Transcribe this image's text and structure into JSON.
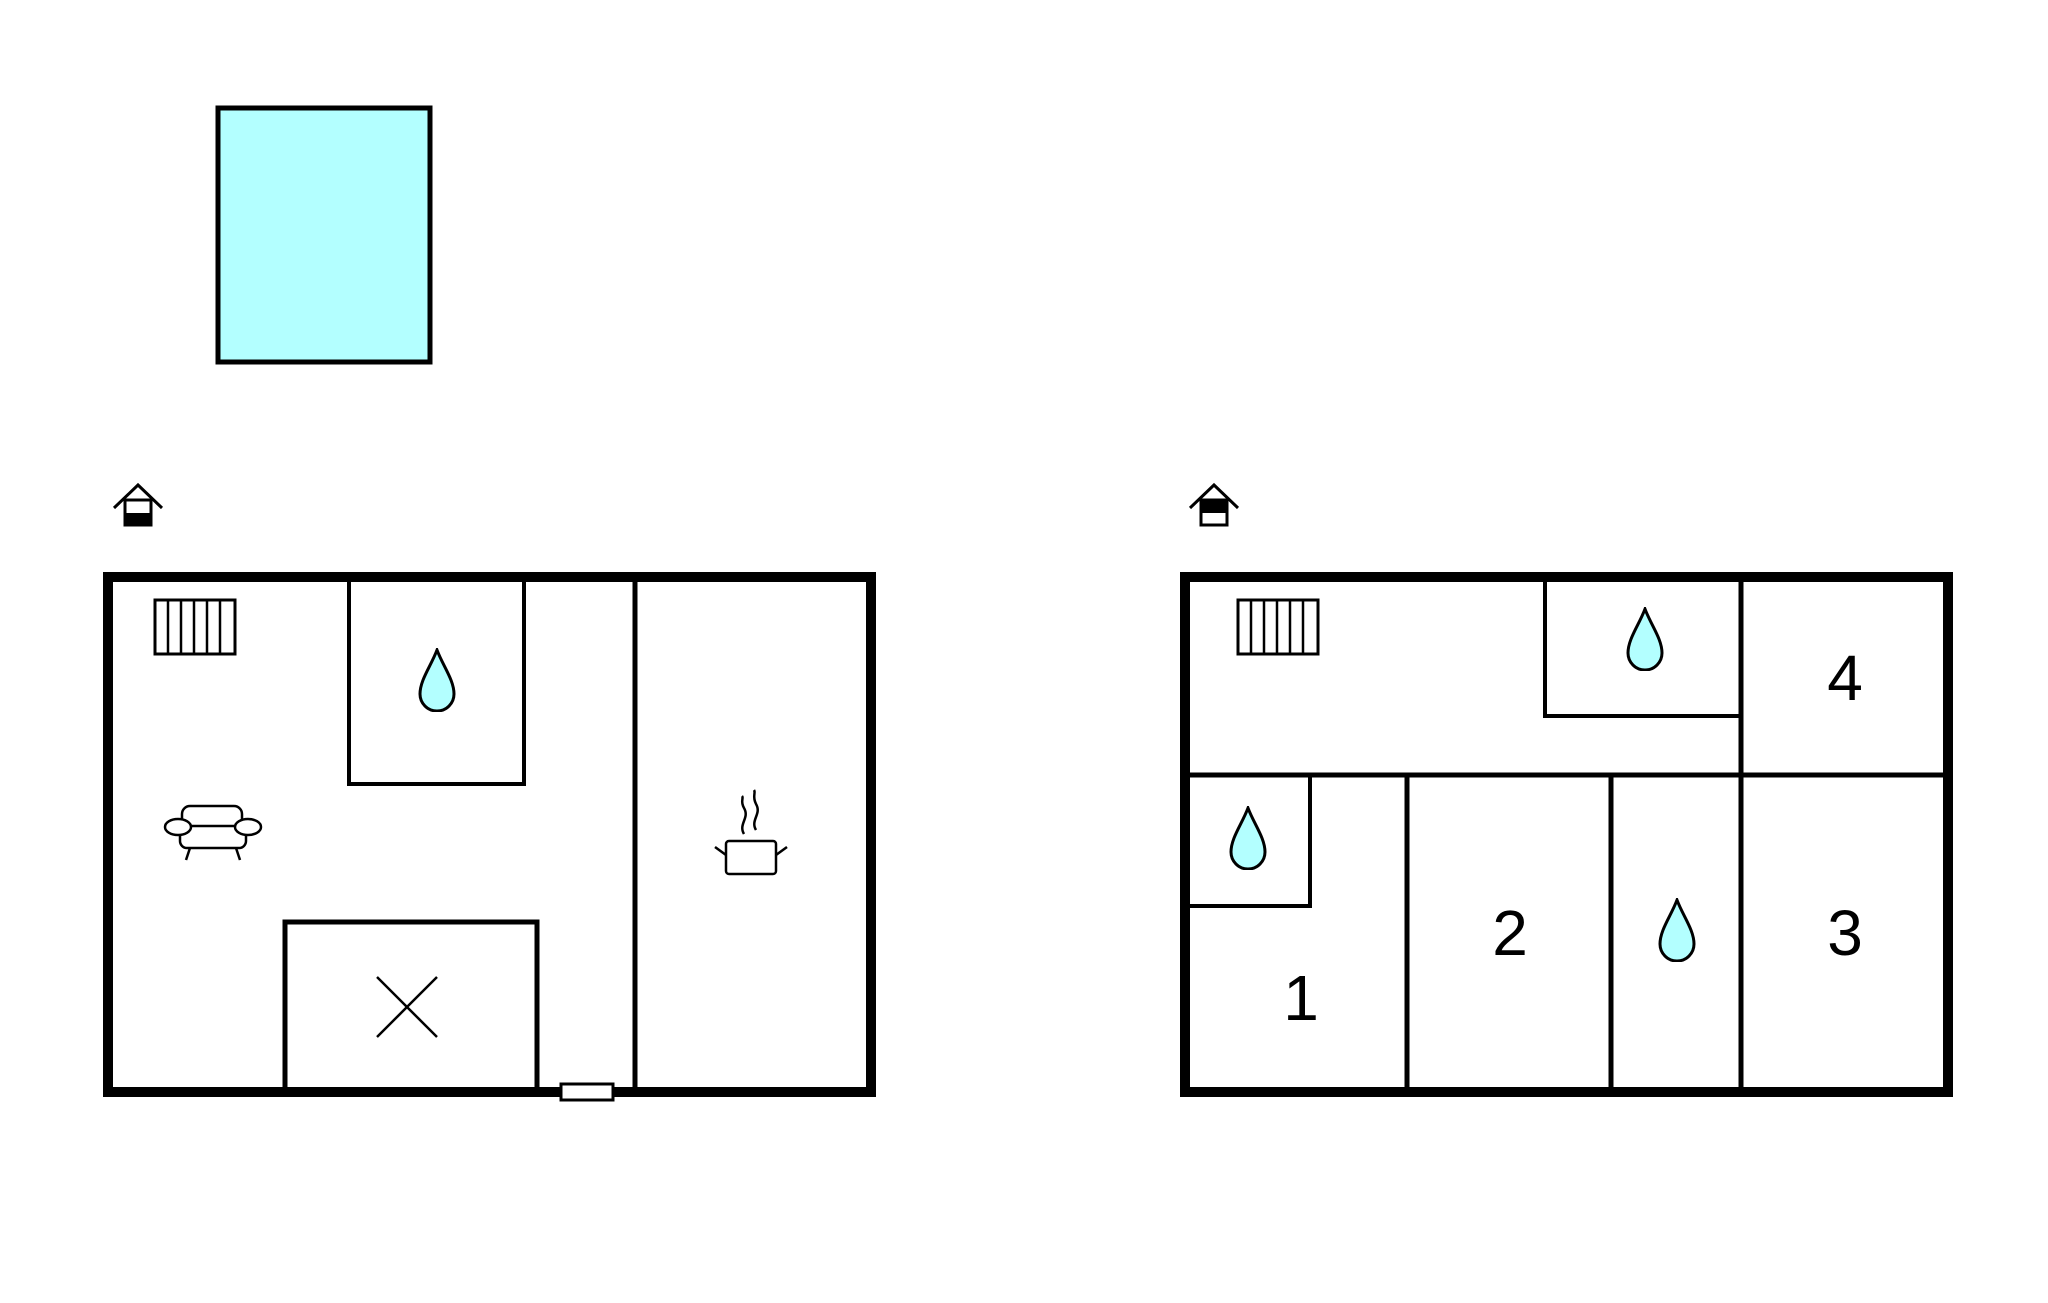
{
  "colors": {
    "wall": "#000000",
    "water": "#b3ffff",
    "background": "#ffffff"
  },
  "icons": {
    "ground_floor_marker": "house-ground-floor-icon",
    "upper_floor_marker": "house-upper-floor-icon",
    "pool": "pool-icon",
    "radiator": "radiator-icon",
    "bathroom": "water-drop-icon",
    "living_room": "sofa-icon",
    "kitchen": "cooking-pot-icon",
    "storage": "cross-icon",
    "entrance": "door-icon"
  },
  "upper_floor": {
    "rooms": [
      {
        "id": "1",
        "label": "1"
      },
      {
        "id": "2",
        "label": "2"
      },
      {
        "id": "3",
        "label": "3"
      },
      {
        "id": "4",
        "label": "4"
      }
    ]
  }
}
